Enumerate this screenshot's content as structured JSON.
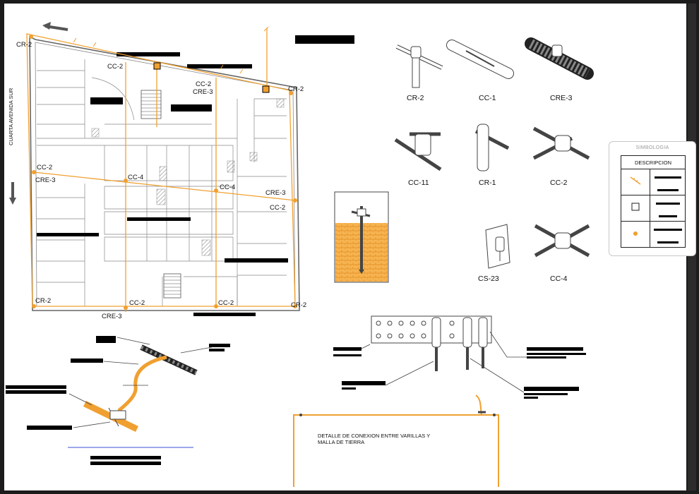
{
  "plan": {
    "street_label": "CUARTA AVENIDA SUR",
    "labels": [
      "CR-2",
      "CC-2",
      "CC-2",
      "CRE-3",
      "CR-2",
      "CC-2",
      "CRE-3",
      "CC-4",
      "CC-4",
      "CRE-3",
      "CC-2",
      "CR-2",
      "CC-2",
      "CC-2",
      "CR-2",
      "CRE-3"
    ]
  },
  "connectors": [
    "CR-2",
    "CC-1",
    "CRE-3",
    "CC-11",
    "CR-1",
    "CC-2",
    "CS-23",
    "CC-4"
  ],
  "legend": {
    "title": "SIMBOLOGIA",
    "header": "DESCRIPCION",
    "rows": [
      {
        "symbol": "diagonal-line-icon"
      },
      {
        "symbol": "square-icon"
      },
      {
        "symbol": "orange-dot-icon"
      }
    ]
  },
  "detail": {
    "caption_line1": "DETALLE DE CONEXION ENTRE VARILLAS Y",
    "caption_line2": "MALLA DE TIERRA"
  },
  "colors": {
    "ground": "#f0a030",
    "drawing": "#555555",
    "background": "#1c1c1c"
  }
}
